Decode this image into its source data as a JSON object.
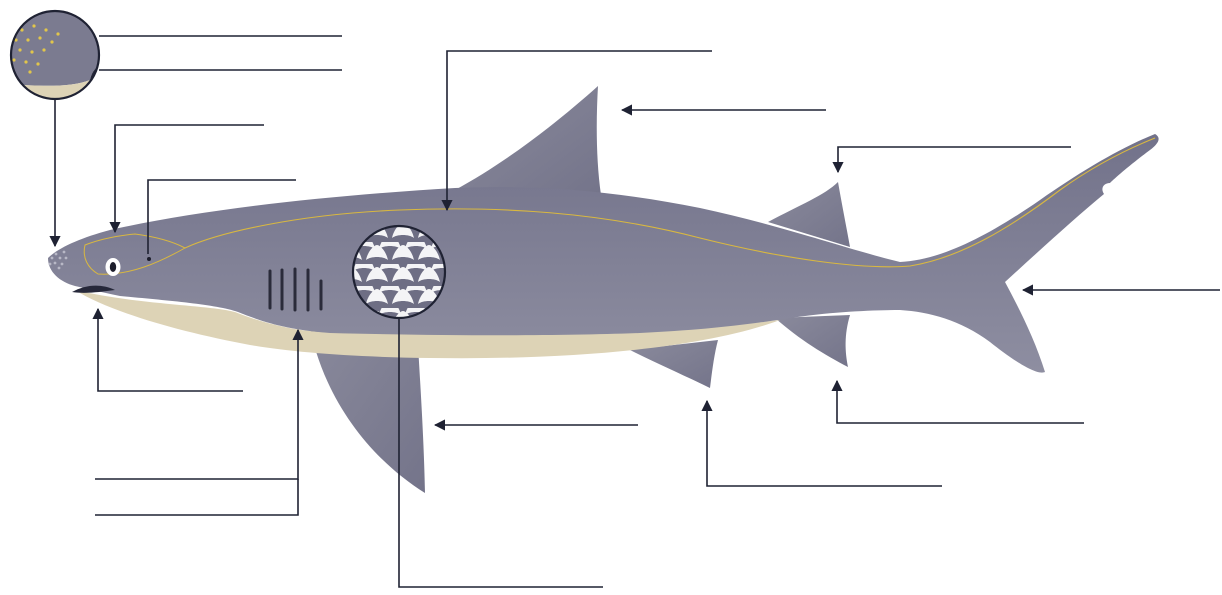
{
  "diagram": {
    "subject": "shark-anatomy",
    "colors": {
      "body": "#7a7a8f",
      "body_light": "#8c8ca0",
      "fin": "#858597",
      "belly": "#ddd3b6",
      "lateral_line": "#d9b840",
      "gills": "#2a2b3a",
      "leader": "#1f2233",
      "ampullae_dots": "#e2c64a"
    },
    "labels": [
      {
        "id": "ampullae-of-lorenzini",
        "text": ""
      },
      {
        "id": "nostril",
        "text": ""
      },
      {
        "id": "eye",
        "text": ""
      },
      {
        "id": "spiracle",
        "text": ""
      },
      {
        "id": "mouth",
        "text": ""
      },
      {
        "id": "lateral-line",
        "text": ""
      },
      {
        "id": "first-dorsal-fin",
        "text": ""
      },
      {
        "id": "second-dorsal-fin",
        "text": ""
      },
      {
        "id": "caudal-fin",
        "text": ""
      },
      {
        "id": "anal-fin",
        "text": ""
      },
      {
        "id": "pelvic-fin",
        "text": ""
      },
      {
        "id": "pectoral-fin",
        "text": ""
      },
      {
        "id": "gill-slits",
        "text": ""
      },
      {
        "id": "placoid-scales",
        "text": ""
      }
    ]
  }
}
